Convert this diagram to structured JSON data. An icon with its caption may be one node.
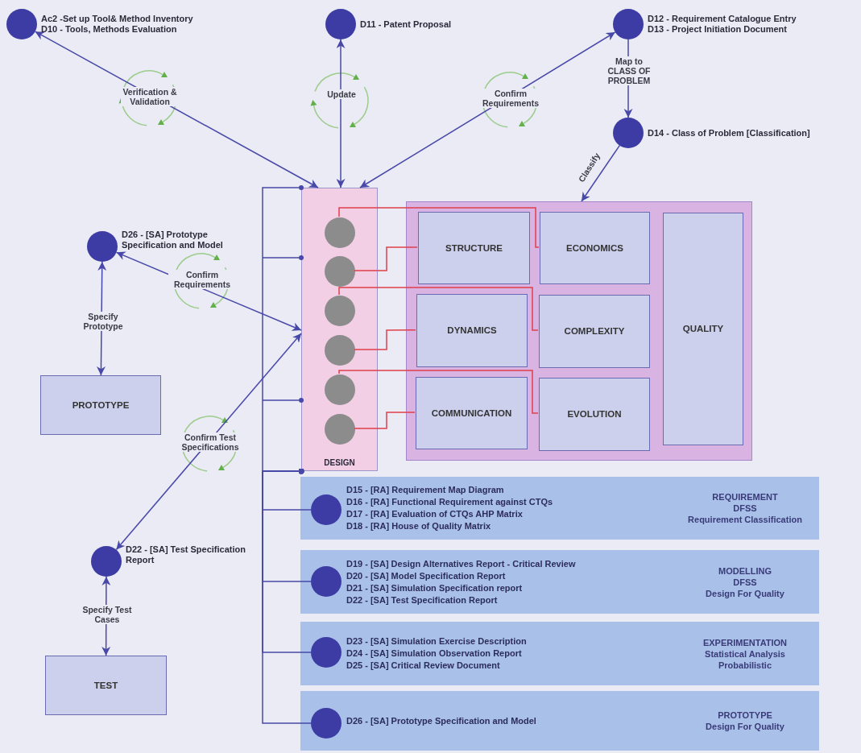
{
  "diagram": {
    "nodes": [
      {
        "text": [
          "Ac2 -Set up Tool& Method Inventory",
          "D10 - Tools, Methods Evaluation"
        ]
      },
      {
        "text": [
          "D11 - Patent Proposal"
        ]
      },
      {
        "text": [
          "D12 - Requirement Catalogue Entry",
          "D13 - Project Initiation Document"
        ]
      },
      {
        "text": [
          "D14 - Class of Problem [Classification]"
        ]
      },
      {
        "text": [
          "D26 - [SA] Prototype Specification and Model"
        ]
      },
      {
        "text": [
          "PROTOTYPE"
        ]
      },
      {
        "text": [
          "D22 - [SA] Test Specification Report"
        ]
      },
      {
        "text": [
          "TEST"
        ]
      },
      {
        "text": [
          "DESIGN"
        ]
      },
      {
        "text": [],
        "shape": "circle",
        "in": 8
      },
      {
        "text": [],
        "shape": "circle",
        "in": 8
      },
      {
        "text": [],
        "shape": "circle",
        "in": 8
      },
      {
        "text": [],
        "shape": "circle",
        "in": 8
      },
      {
        "text": [],
        "shape": "circle",
        "in": 8
      },
      {
        "text": [],
        "shape": "circle",
        "in": 8
      },
      {
        "text": [],
        "shape": "box"
      },
      {
        "text": [
          "STRUCTURE"
        ],
        "in": 15
      },
      {
        "text": [
          "ECONOMICS"
        ],
        "in": 15
      },
      {
        "text": [
          "DYNAMICS"
        ],
        "in": 15
      },
      {
        "text": [
          "COMPLEXITY"
        ],
        "in": 15
      },
      {
        "text": [
          "COMMUNICATION"
        ],
        "in": 15
      },
      {
        "text": [
          "EVOLUTION"
        ],
        "in": 15
      },
      {
        "text": [
          "QUALITY"
        ],
        "in": 15
      },
      {
        "text": [
          "D15 - [RA] Requirement Map Diagram",
          "D16 - [RA] Functional Requirement against CTQs",
          "D17 - [RA] Evaluation of CTQs AHP Matrix",
          "D18 - [RA] House of Quality Matrix",
          "REQUIREMENT",
          "DFSS",
          "Requirement Classification"
        ]
      },
      {
        "text": [],
        "shape": "circle",
        "in": 23
      },
      {
        "text": [
          "D19 - [SA] Design Alternatives Report - Critical Review",
          "D20 - [SA] Model Specification Report",
          "D21 - [SA] Simulation Specification report",
          "D22 - [SA] Test Specification Report",
          "MODELLING",
          "DFSS",
          "Design For Quality"
        ]
      },
      {
        "text": [],
        "shape": "circle",
        "in": 25
      },
      {
        "text": [
          "D23 - [SA] Simulation Exercise Description",
          "D24 - [SA] Simulation Observation Report",
          "D25 - [SA] Critical Review Document",
          "EXPERIMENTATION",
          "Statistical Analysis",
          "Probabilistic"
        ]
      },
      {
        "text": [],
        "shape": "circle",
        "in": 27
      },
      {
        "text": [
          "D26 - [SA] Prototype Specification and Model",
          "PROTOTYPE",
          "Design For Quality"
        ]
      },
      {
        "text": [],
        "shape": "circle",
        "in": 29
      }
    ],
    "edges": [
      {
        "from": 8,
        "to": 0,
        "arrow": "both",
        "label": "Verification & Validation"
      },
      {
        "from": 8,
        "to": 1,
        "arrow": "both",
        "label": "Update"
      },
      {
        "from": 8,
        "to": 2,
        "arrow": "both",
        "label": "Confirm Requirements"
      },
      {
        "from": 2,
        "to": 3,
        "arrow": "to",
        "label": "Map to CLASS OF PROBLEM"
      },
      {
        "from": 3,
        "to": 15,
        "arrow": "to",
        "label": "Classify"
      },
      {
        "from": 4,
        "to": 8,
        "arrow": "both",
        "label": "Confirm Requirements"
      },
      {
        "from": 4,
        "to": 5,
        "arrow": "both",
        "label": "Specify Prototype"
      },
      {
        "from": 8,
        "to": 6,
        "arrow": "both",
        "label": "Confirm Test Specifications"
      },
      {
        "from": 6,
        "to": 7,
        "arrow": "both",
        "label": "Specify Test Cases"
      },
      {
        "from": 9,
        "to": 17,
        "arrow": "none",
        "color": "#e0404a"
      },
      {
        "from": 10,
        "to": 16,
        "arrow": "none",
        "color": "#e0404a"
      },
      {
        "from": 11,
        "to": 19,
        "arrow": "none",
        "color": "#e0404a"
      },
      {
        "from": 12,
        "to": 18,
        "arrow": "none",
        "color": "#e0404a"
      },
      {
        "from": 13,
        "to": 21,
        "arrow": "none",
        "color": "#e0404a"
      },
      {
        "from": 14,
        "to": 20,
        "arrow": "none",
        "color": "#e0404a"
      },
      {
        "from": 8,
        "to": 24,
        "arrow": "other"
      },
      {
        "from": 8,
        "to": 26,
        "arrow": "other"
      },
      {
        "from": 8,
        "to": 28,
        "arrow": "other"
      },
      {
        "from": 8,
        "to": 30,
        "arrow": "other"
      }
    ]
  }
}
